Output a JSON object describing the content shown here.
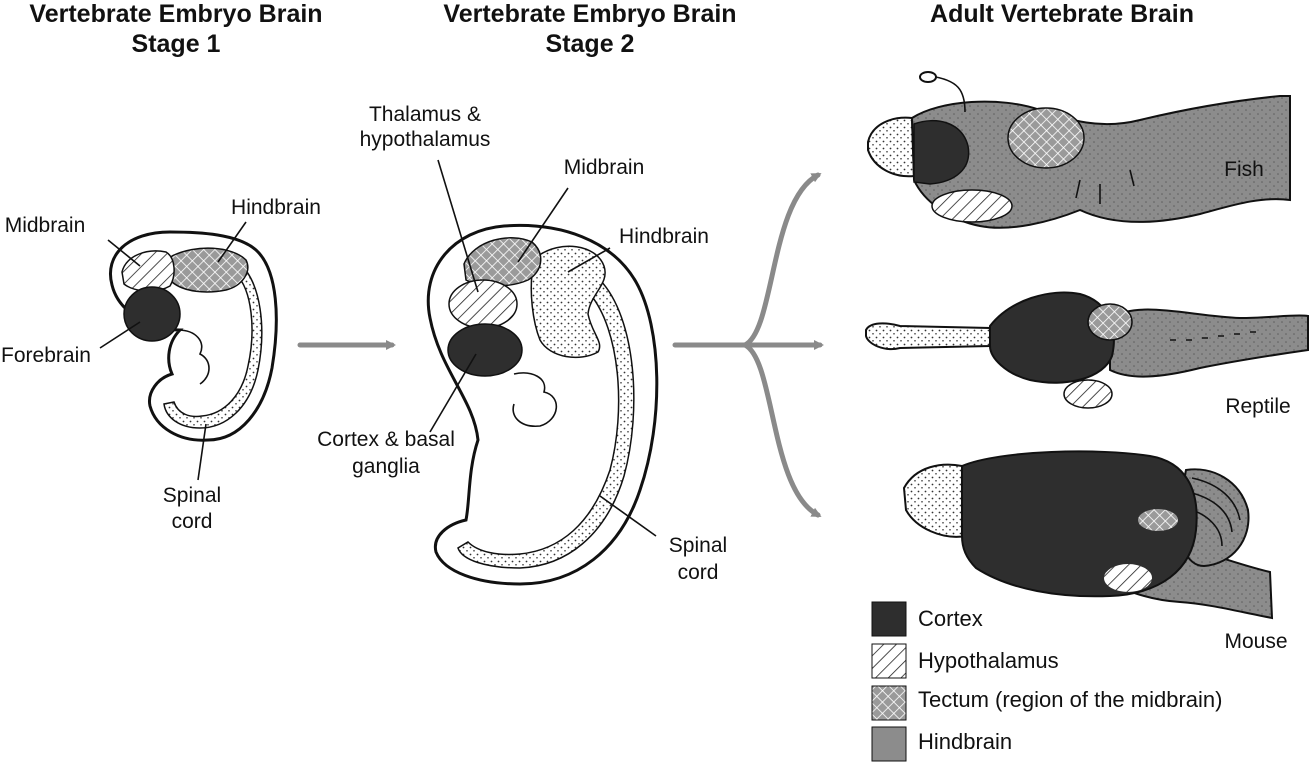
{
  "titles": {
    "stage1_line1": "Vertebrate Embryo Brain",
    "stage1_line2": "Stage 1",
    "stage2_line1": "Vertebrate Embryo Brain",
    "stage2_line2": "Stage 2",
    "adult": "Adult Vertebrate Brain"
  },
  "stage1_labels": {
    "midbrain": "Midbrain",
    "hindbrain": "Hindbrain",
    "forebrain": "Forebrain",
    "spinal_line1": "Spinal",
    "spinal_line2": "cord"
  },
  "stage2_labels": {
    "thal_line1": "Thalamus &",
    "thal_line2": "hypothalamus",
    "midbrain": "Midbrain",
    "hindbrain": "Hindbrain",
    "cortex_line1": "Cortex & basal",
    "cortex_line2": "ganglia",
    "spinal_line1": "Spinal",
    "spinal_line2": "cord"
  },
  "animals": {
    "fish": "Fish",
    "reptile": "Reptile",
    "mouse": "Mouse"
  },
  "legend": [
    {
      "label": "Cortex",
      "swatch": "cortex"
    },
    {
      "label": "Hypothalamus",
      "swatch": "hypothalamus"
    },
    {
      "label": "Tectum (region of the midbrain)",
      "swatch": "tectum"
    },
    {
      "label": "Hindbrain",
      "swatch": "hindbrain"
    }
  ],
  "colors": {
    "cortex": "#2e2e2e",
    "hindbrain": "#8c8c8c",
    "arrow": "#8a8a8a",
    "outline": "#111111"
  }
}
